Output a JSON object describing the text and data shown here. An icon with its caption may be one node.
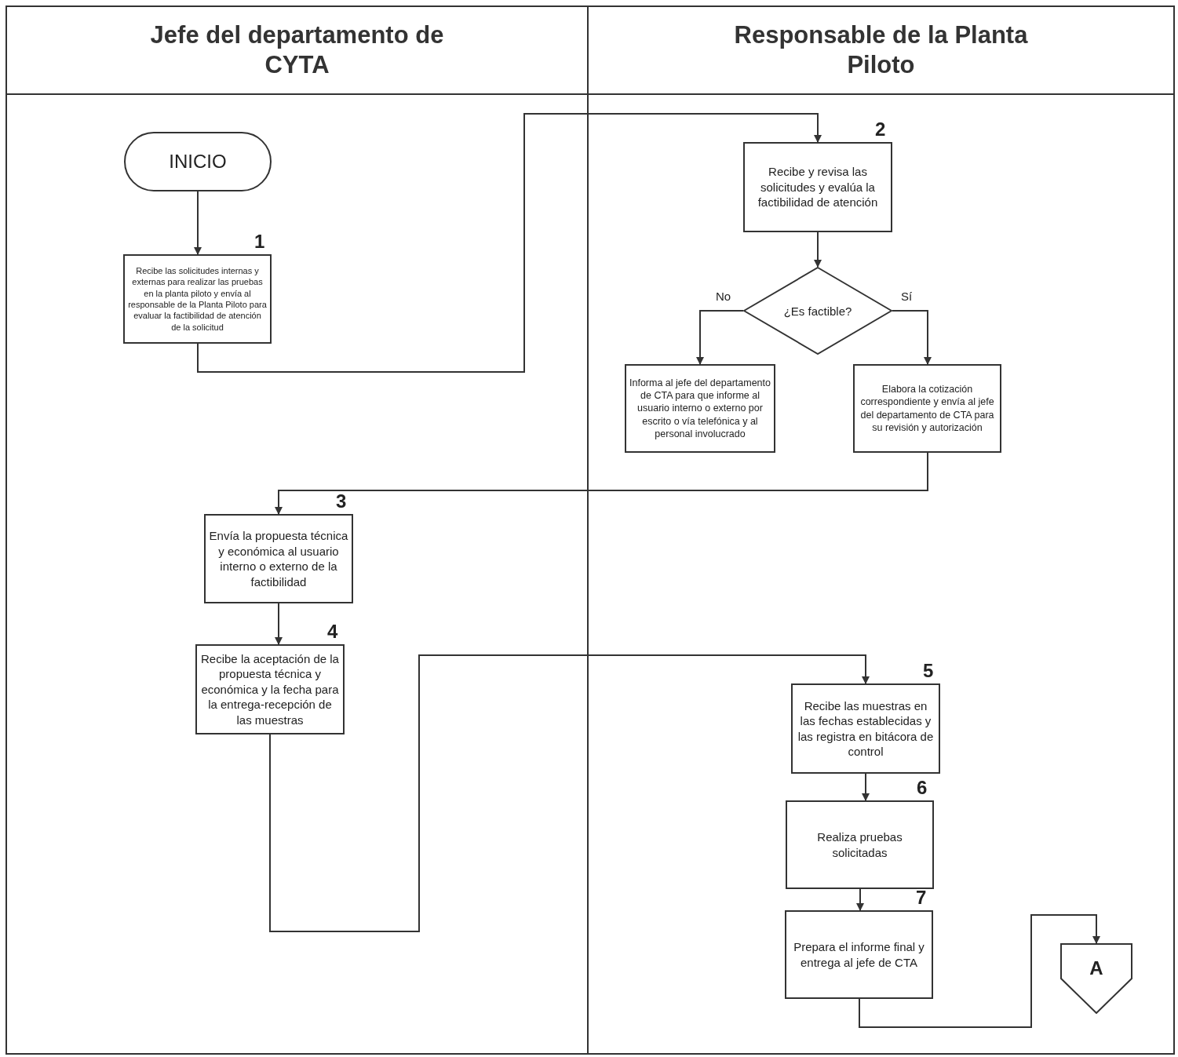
{
  "diagram": {
    "nodes": [
      {
        "text": [
          "Jefe del departamento de CYTA"
        ]
      },
      {
        "text": [
          "Responsable de la Planta Piloto"
        ]
      },
      {
        "text": [
          "INICIO"
        ],
        "in": 0
      },
      {
        "text": [
          "Recibe las solicitudes internas y externas para realizar las pruebas en la planta piloto y envía al responsable de la Planta Piloto para evaluar la factibilidad de atención de la solicitud"
        ],
        "in": 0,
        "beside": [
          "1"
        ]
      },
      {
        "text": [
          "Recibe y revisa las solicitudes y evalúa la factibilidad de atención"
        ],
        "in": 1,
        "beside": [
          "2"
        ]
      },
      {
        "text": [
          "¿Es factible?"
        ],
        "in": 1
      },
      {
        "text": [
          "Informa al jefe del departamento de CTA para que informe al usuario interno o externo por escrito o vía telefónica y al personal involucrado"
        ],
        "in": 1
      },
      {
        "text": [
          "Elabora la cotización correspondiente y envía al jefe del departamento de CTA para su revisión y autorización"
        ],
        "in": 1
      },
      {
        "text": [
          "Envía la propuesta técnica y económica al usuario interno o externo de la factibilidad"
        ],
        "in": 0,
        "beside": [
          "3"
        ]
      },
      {
        "text": [
          "Recibe la aceptación de la propuesta técnica y económica y la fecha para la entrega-recepción de las muestras"
        ],
        "in": 0,
        "beside": [
          "4"
        ]
      },
      {
        "text": [
          "Recibe las muestras en las fechas establecidas y las registra en bitácora de control"
        ],
        "in": 1,
        "beside": [
          "5"
        ]
      },
      {
        "text": [
          "Realiza pruebas solicitadas"
        ],
        "in": 1,
        "beside": [
          "6"
        ]
      },
      {
        "text": [
          "Prepara el informe final y entrega al jefe de CTA"
        ],
        "in": 1,
        "beside": [
          "7"
        ]
      },
      {
        "text": [
          "A"
        ],
        "in": 1
      }
    ],
    "edges": [
      {
        "from": 2,
        "to": 3,
        "arrow": "to"
      },
      {
        "from": 3,
        "to": 4,
        "arrow": "to"
      },
      {
        "from": 4,
        "to": 5,
        "arrow": "to"
      },
      {
        "from": 5,
        "to": 6,
        "label": "No",
        "arrow": "to"
      },
      {
        "from": 5,
        "to": 7,
        "label": "Sí",
        "arrow": "to"
      },
      {
        "from": 7,
        "to": 8,
        "arrow": "to"
      },
      {
        "from": 8,
        "to": 9,
        "arrow": "to"
      },
      {
        "from": 9,
        "to": 10,
        "arrow": "to"
      },
      {
        "from": 10,
        "to": 11,
        "arrow": "to"
      },
      {
        "from": 11,
        "to": 12,
        "arrow": "to"
      },
      {
        "from": 12,
        "to": 13,
        "arrow": "to"
      }
    ]
  }
}
